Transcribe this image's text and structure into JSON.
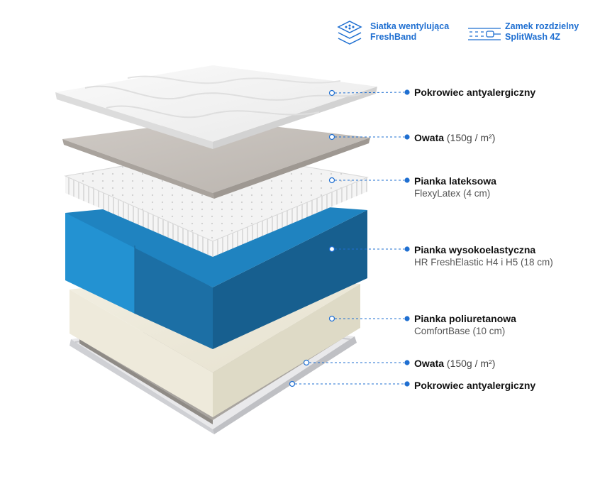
{
  "accent": "#1f6fd1",
  "features": [
    {
      "icon": "ventilation-mesh-icon",
      "line1": "Siatka wentylująca",
      "line2": "FreshBand"
    },
    {
      "icon": "zipper-icon",
      "line1": "Zamek rozdzielny",
      "line2": "SplitWash 4Z"
    }
  ],
  "layers": [
    {
      "name": "Pokrowiec antyalergiczny",
      "spec": "",
      "sub": ""
    },
    {
      "name": "Owata",
      "spec": " (150g / m²)",
      "sub": ""
    },
    {
      "name": "Pianka lateksowa",
      "spec": "",
      "sub": "FlexyLatex (4 cm)"
    },
    {
      "name": "Pianka wysokoelastyczna",
      "spec": "",
      "sub": "HR FreshElastic H4 i H5 (18 cm)"
    },
    {
      "name": "Pianka poliuretanowa",
      "spec": "",
      "sub": "ComfortBase (10 cm)"
    },
    {
      "name": "Owata",
      "spec": " (150g / m²)",
      "sub": ""
    },
    {
      "name": "Pokrowiec antyalergiczny",
      "spec": "",
      "sub": ""
    }
  ]
}
